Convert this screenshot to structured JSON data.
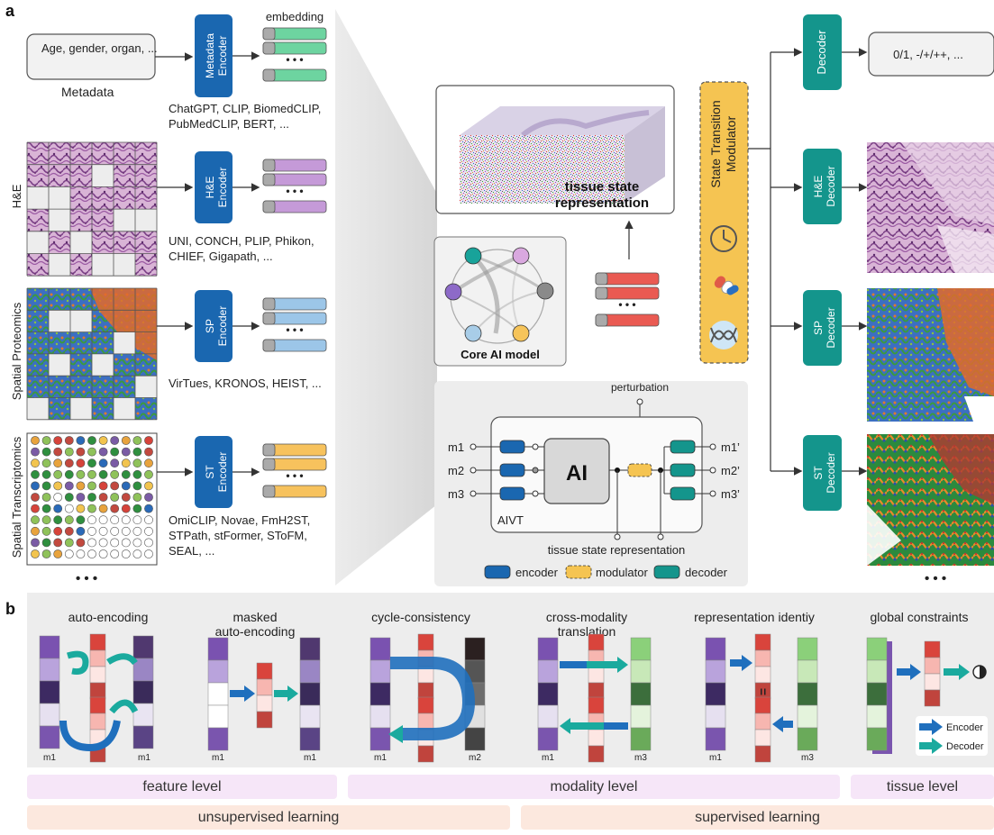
{
  "panel_a_label": "a",
  "panel_b_label": "b",
  "metadata": {
    "input_text": "Age, gender, organ, ...",
    "caption": "Metadata",
    "encoder": "Metadata Encoder",
    "embedding_title": "embedding",
    "models": [
      "ChatGPT, CLIP, BiomedCLIP,",
      "PubMedCLIP, BERT, ..."
    ]
  },
  "he": {
    "side_label": "H&E",
    "encoder": "H&E Encoder",
    "models": [
      "UNI, CONCH, PLIP, Phikon,",
      "CHIEF, Gigapath, ..."
    ]
  },
  "sp": {
    "side_label": "Spatial Proteomics",
    "encoder": "SP Encoder",
    "models": [
      "VirTues, KRONOS, HEIST, ..."
    ]
  },
  "st": {
    "side_label": "Spatial Transcriptomics",
    "encoder": "ST Encoder",
    "models": [
      "OmiCLIP, Novae, FmH2ST,",
      "STPath, stFormer, SToFM,",
      "SEAL, ..."
    ]
  },
  "ellipsis": "• • •",
  "tissue_state_label": [
    "tissue state",
    "representation"
  ],
  "core_model_label": "Core AI model",
  "modulator_label": [
    "State Transition",
    "Modulator"
  ],
  "decoders": {
    "meta": "Decoder",
    "meta_output": "0/1, -/+/++, ...",
    "he": "H&E Decoder",
    "sp": "SP Decoder",
    "st": "ST Decoder"
  },
  "aivt": {
    "perturbation": "perturbation",
    "ai": "AI",
    "box_label": "AIVT",
    "tsr": "tissue state representation",
    "inputs": [
      "m1",
      "m2",
      "m3"
    ],
    "outputs": [
      "m1’",
      "m2’",
      "m3’"
    ],
    "legend": [
      "encoder",
      "modulator",
      "decoder"
    ]
  },
  "panel_b": {
    "titles": [
      [
        "auto-encoding"
      ],
      [
        "masked",
        "auto-encoding"
      ],
      [
        "cycle-consistency"
      ],
      [
        "cross-modality",
        "translation"
      ],
      [
        "representation identiy"
      ],
      [
        "global constraints"
      ]
    ],
    "legend": [
      "Encoder",
      "Decoder"
    ],
    "equals": "=",
    "modality_labels": [
      "m1",
      "m1",
      "m1",
      "m1",
      "m1",
      "m2",
      "m1",
      "m3",
      "m1",
      "m3"
    ]
  },
  "levels": [
    "feature level",
    "modality level",
    "tissue level"
  ],
  "learning": [
    "unsupervised learning",
    "supervised learning"
  ],
  "colors": {
    "encoder_blue": "#1a67b0",
    "decoder_teal": "#14958c",
    "modulator_yellow": "#f5c452",
    "embed_green": "#6dd4a0",
    "embed_purple": "#c59ad8",
    "embed_blue": "#9cc6e8",
    "embed_yellow": "#f7c25d",
    "embed_red": "#ea5a52",
    "arrow_encoder": "#1f6fbd",
    "arrow_decoder": "#1aaa9e"
  }
}
